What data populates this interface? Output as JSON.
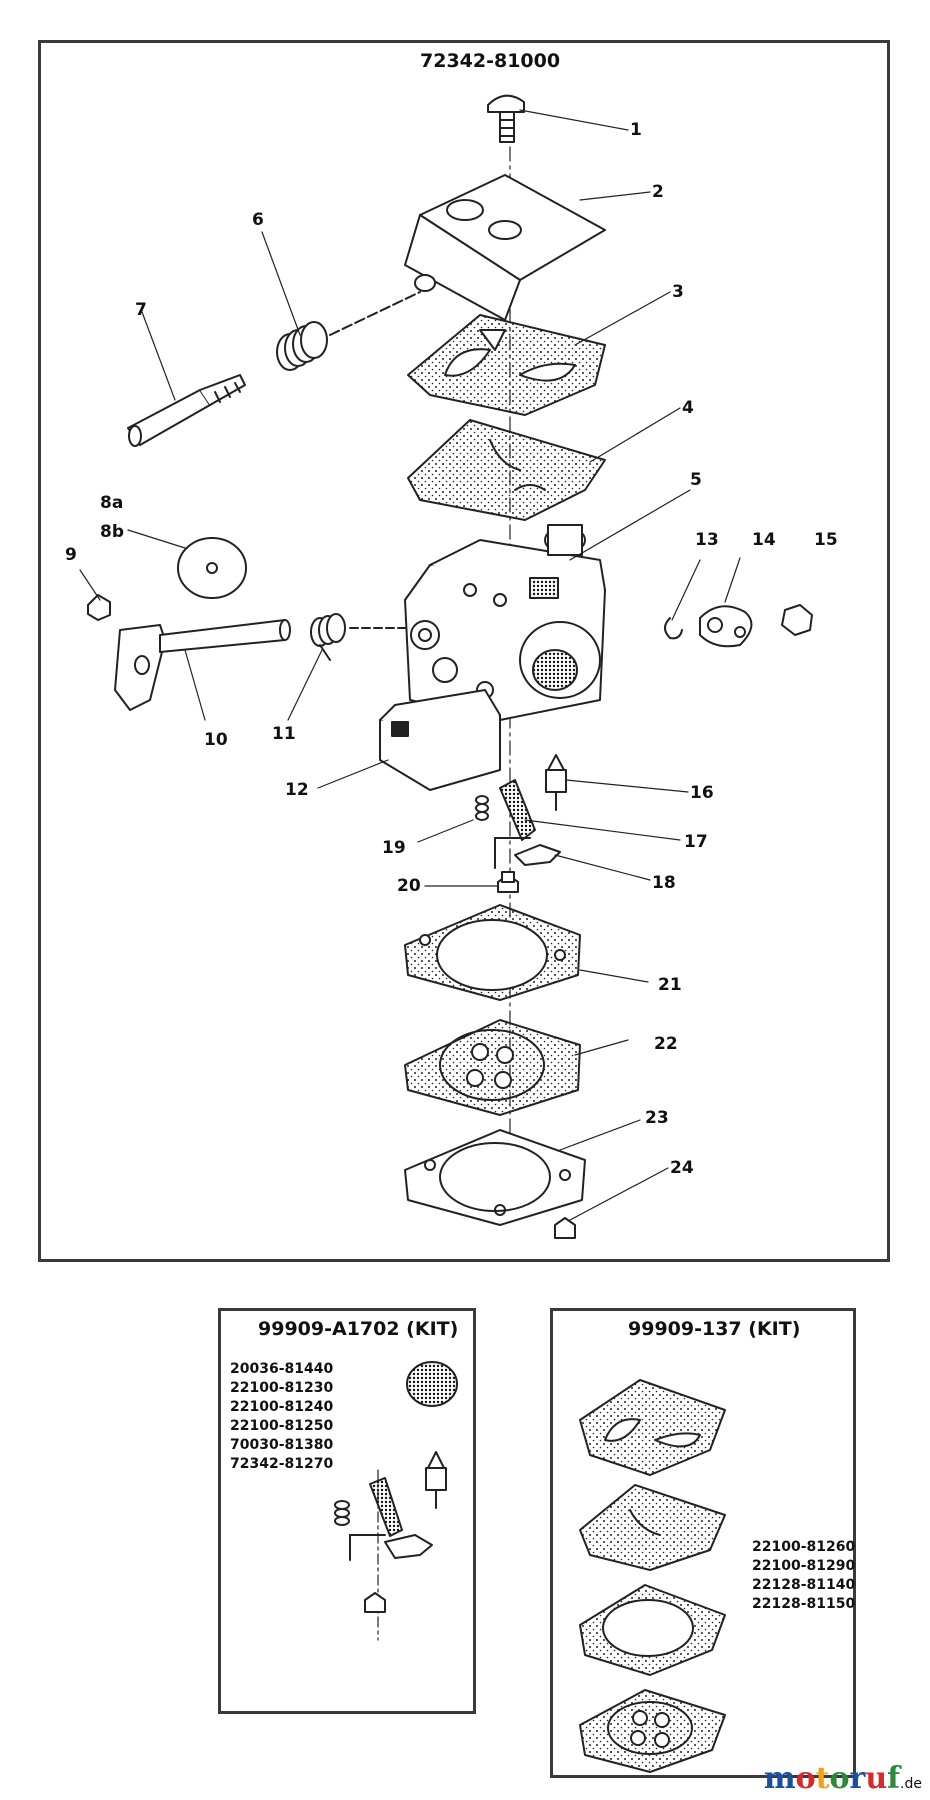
{
  "main_assembly": {
    "part_number": "72342-81000",
    "callouts": [
      "1",
      "2",
      "3",
      "4",
      "5",
      "6",
      "7",
      "8a",
      "8b",
      "9",
      "10",
      "11",
      "12",
      "13",
      "14",
      "15",
      "16",
      "17",
      "18",
      "19",
      "20",
      "21",
      "22",
      "23",
      "24"
    ]
  },
  "kit_a": {
    "title": "99909-A1702 (KIT)",
    "parts": [
      "20036-81440",
      "22100-81230",
      "22100-81240",
      "22100-81250",
      "70030-81380",
      "72342-81270"
    ]
  },
  "kit_b": {
    "title": "99909-137 (KIT)",
    "parts": [
      "22100-81260",
      "22100-81290",
      "22128-81140",
      "22128-81150"
    ]
  },
  "watermark": {
    "text": "motoruf",
    "suffix": ".de",
    "colors": {
      "m": "#1a4fa0",
      "o1": "#d62a2a",
      "t": "#f0a01a",
      "o2": "#2a8a3a",
      "r": "#1a4fa0",
      "u": "#d62a2a",
      "f": "#2a8a3a"
    }
  },
  "colors": {
    "line": "#222222",
    "frame": "#3a3a3a",
    "background": "#ffffff"
  }
}
